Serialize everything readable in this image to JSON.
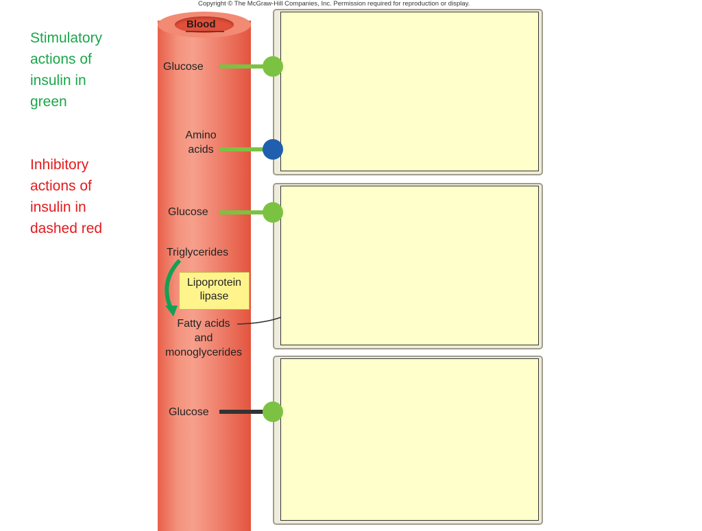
{
  "copyright": "Copyright © The McGraw-Hill Companies, Inc. Permission required for reproduction or display.",
  "legend": {
    "stimulatory": [
      "Stimulatory",
      "actions of",
      "insulin in",
      "green"
    ],
    "inhibitory": [
      "Inhibitory",
      "actions of",
      "insulin in",
      "dashed red"
    ]
  },
  "blood": {
    "label": "Blood",
    "molecules": {
      "glucose_1": "Glucose",
      "amino_acids": [
        "Amino",
        "acids"
      ],
      "glucose_2": "Glucose",
      "triglycerides": "Triglycerides",
      "fatty_acids": [
        "Fatty acids",
        "and",
        "monoglycerides"
      ],
      "glucose_3": "Glucose"
    }
  },
  "enzyme": {
    "lines": [
      "Lipoprotein",
      "lipase"
    ]
  },
  "colors": {
    "stimulatory": "#1aa64a",
    "inhibitory": "#e5191c",
    "green_transporter": "#7cc242",
    "blue_transporter": "#1f5fae",
    "arrow_green": "#14a054",
    "dark_connector": "#333333"
  }
}
